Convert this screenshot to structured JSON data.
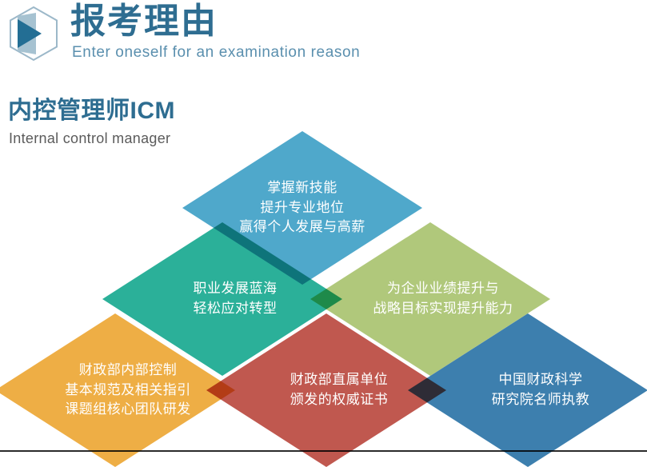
{
  "header": {
    "logo_icon": "hexagon-play-logo",
    "title_cn": "报考理由",
    "title_en": "Enter oneself for an examination reason",
    "title_color": "#2e6d91",
    "subtitle_color": "#5a8fae"
  },
  "section": {
    "title_cn": "内控管理师ICM",
    "title_en": "Internal control manager",
    "title_color": "#2e6d91",
    "subtitle_color": "#5b5b5b"
  },
  "diamonds": [
    {
      "id": "top",
      "text": "掌握新技能\n提升专业地位\n赢得个人发展与高薪",
      "color": "#4fa8cb"
    },
    {
      "id": "mid-left",
      "text": "职业发展蓝海\n轻松应对转型",
      "color": "#2bb099"
    },
    {
      "id": "mid-right",
      "text": "为企业业绩提升与\n战略目标实现提升能力",
      "color": "#b0c87b"
    },
    {
      "id": "bottom-left",
      "text": "财政部内部控制\n基本规范及相关指引\n课题组核心团队研发",
      "color": "#eeae45"
    },
    {
      "id": "bottom-mid",
      "text": "财政部直属单位\n颁发的权威证书",
      "color": "#c0584f"
    },
    {
      "id": "bottom-right",
      "text": "中国财政科学\n研究院名师执教",
      "color": "#3d7fae"
    }
  ]
}
